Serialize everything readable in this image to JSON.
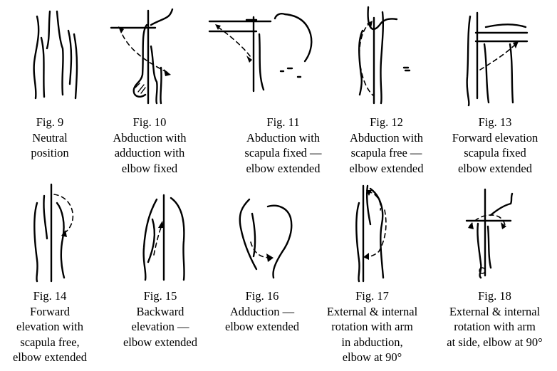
{
  "figures": [
    {
      "number": "Fig. 9",
      "caption": [
        "Neutral",
        "position"
      ]
    },
    {
      "number": "Fig. 10",
      "caption": [
        "Abduction with",
        "adduction with",
        "elbow fixed"
      ]
    },
    {
      "number": "Fig. 11",
      "caption": [
        "Abduction with",
        "scapula fixed —",
        "elbow extended"
      ]
    },
    {
      "number": "Fig. 12",
      "caption": [
        "Abduction with",
        "scapula free —",
        "elbow extended"
      ]
    },
    {
      "number": "Fig. 13",
      "caption": [
        "Forward elevation",
        "scapula fixed",
        "elbow extended"
      ]
    },
    {
      "number": "Fig. 14",
      "caption": [
        "Forward",
        "elevation with",
        "scapula free,",
        "elbow extended"
      ]
    },
    {
      "number": "Fig. 15",
      "caption": [
        "Backward",
        "elevation —",
        "elbow extended"
      ]
    },
    {
      "number": "Fig. 16",
      "caption": [
        "Adduction —",
        "elbow extended"
      ]
    },
    {
      "number": "Fig. 17",
      "caption": [
        "External & internal",
        "rotation with arm",
        "in abduction,",
        "elbow at 90°"
      ]
    },
    {
      "number": "Fig. 18",
      "caption": [
        "External & internal",
        "rotation with arm",
        "at side, elbow at 90°"
      ]
    }
  ]
}
